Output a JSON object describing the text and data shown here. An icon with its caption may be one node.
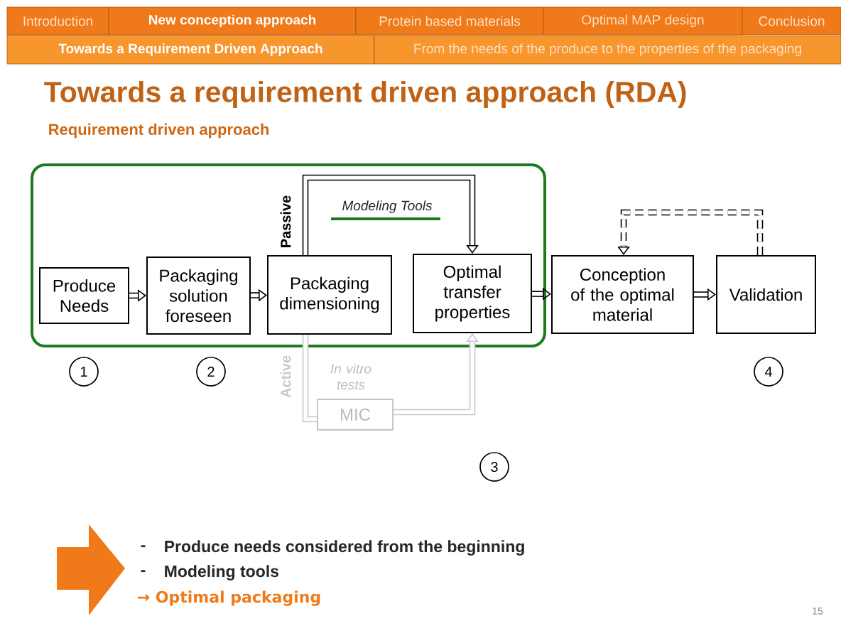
{
  "diagram": {
    "title": "Towards a requirement driven approach (RDA)",
    "nodes": [
      {
        "text": [
          "Introduction"
        ]
      },
      {
        "text": [
          "New conception approach"
        ]
      },
      {
        "text": [
          "Protein based materials"
        ]
      },
      {
        "text": [
          "Optimal MAP design"
        ]
      },
      {
        "text": [
          "Conclusion"
        ]
      },
      {
        "text": [
          "Towards a Requirement Driven Approach"
        ]
      },
      {
        "text": [
          "From the needs of the produce to the properties of the packaging"
        ]
      },
      {
        "text": [],
        "shape": "box"
      },
      {
        "text": [
          "Produce Needs"
        ],
        "in": 7
      },
      {
        "text": [
          "Packaging solution foreseen"
        ],
        "in": 7
      },
      {
        "text": [
          "Packaging dimensioning"
        ],
        "in": 7
      },
      {
        "text": [
          "Optimal transfer properties"
        ],
        "in": 7
      },
      {
        "text": [
          "Conception of the optimal material"
        ]
      },
      {
        "text": [
          "Validation"
        ]
      },
      {
        "text": [
          "MIC"
        ]
      },
      {
        "text": [
          "1"
        ]
      },
      {
        "text": [
          "2"
        ]
      },
      {
        "text": [
          "3"
        ]
      },
      {
        "text": [
          "4"
        ]
      }
    ],
    "edges": [
      {
        "from": 8,
        "to": 9,
        "arrow": "to"
      },
      {
        "from": 9,
        "to": 10,
        "arrow": "to"
      },
      {
        "from": 10,
        "to": 11,
        "arrow": "to",
        "label": "Passive"
      },
      {
        "from": 11,
        "to": 12,
        "arrow": "to"
      },
      {
        "from": 12,
        "to": 13,
        "arrow": "to"
      },
      {
        "from": 13,
        "to": 12,
        "arrow": "to",
        "style": "dashed"
      },
      {
        "from": 10,
        "to": 14,
        "arrow": "none",
        "label": "Active",
        "color": "#c8c8c8"
      },
      {
        "from": 14,
        "to": 11,
        "arrow": "to",
        "color": "#c8c8c8"
      }
    ],
    "labels": [
      "Requirement driven approach",
      "Modeling Tools",
      "In vitro tests",
      "-",
      "Produce needs considered from the beginning",
      "-",
      "Modeling tools",
      "→ Optimal packaging",
      "15"
    ]
  }
}
